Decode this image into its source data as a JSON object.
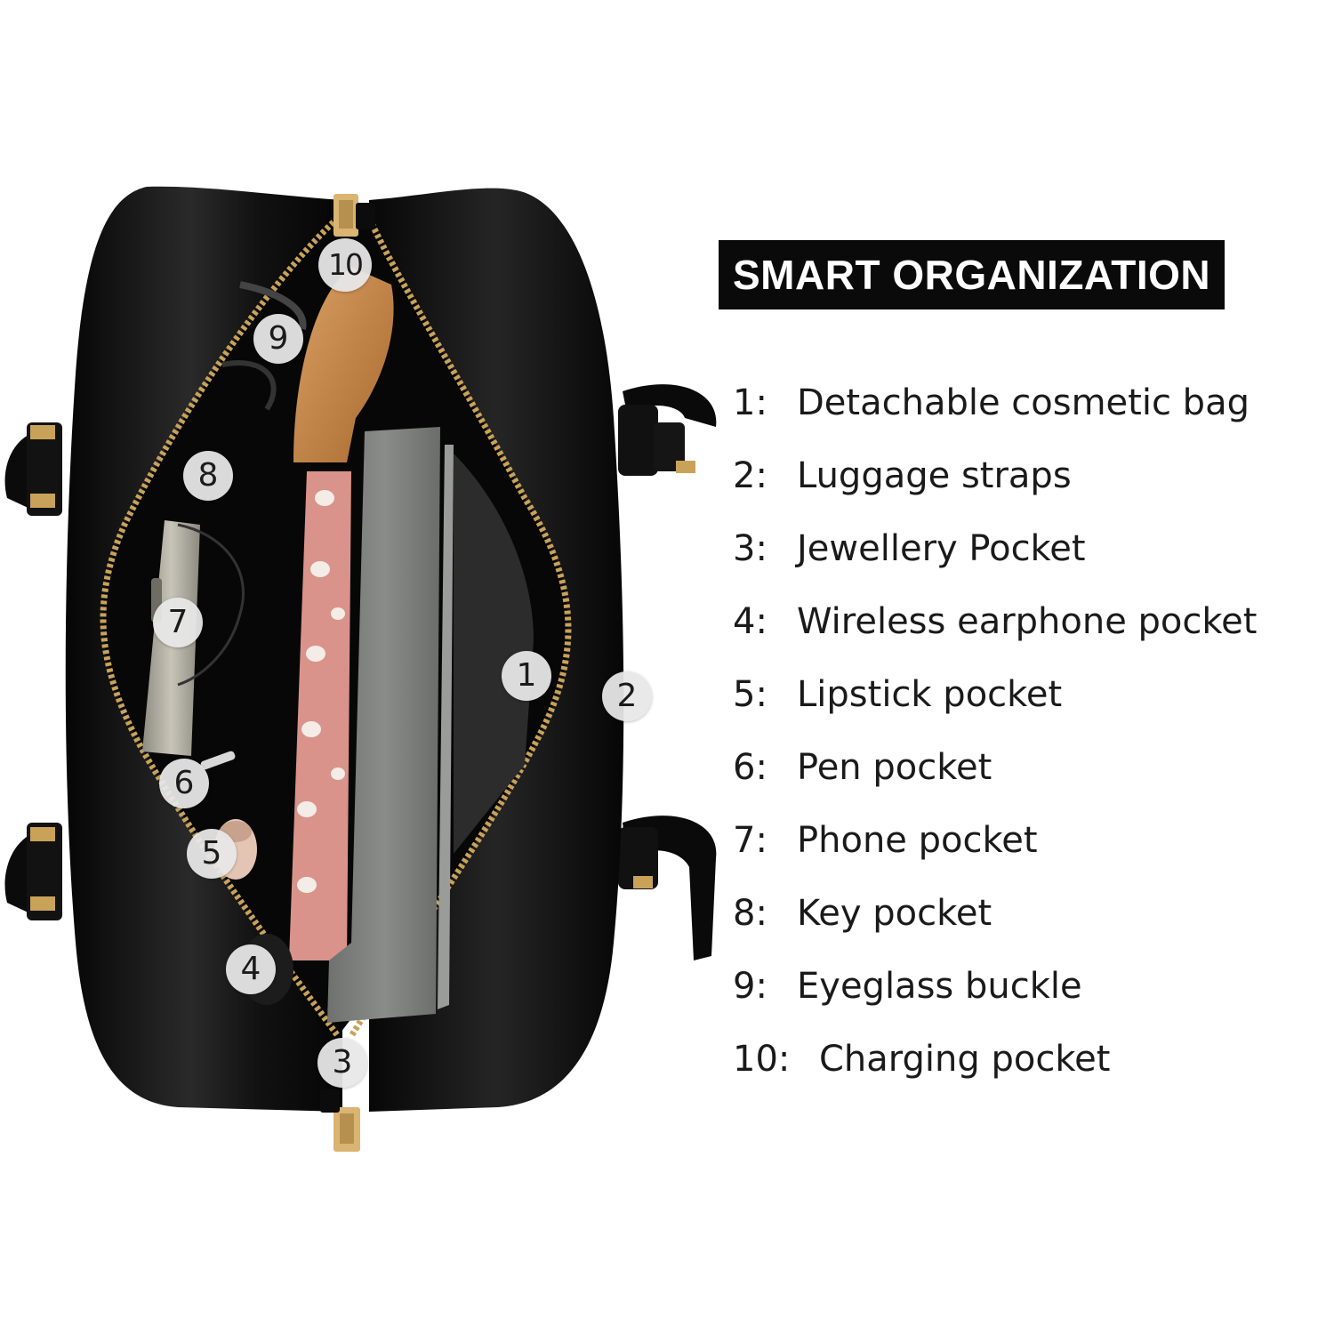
{
  "heading": "SMART ORGANIZATION",
  "legend": [
    {
      "num": "1:",
      "label": "Detachable cosmetic bag"
    },
    {
      "num": "2:",
      "label": "Luggage straps"
    },
    {
      "num": "3:",
      "label": "Jewellery Pocket"
    },
    {
      "num": "4:",
      "label": "Wireless earphone pocket"
    },
    {
      "num": "5:",
      "label": "Lipstick pocket"
    },
    {
      "num": "6:",
      "label": "Pen pocket"
    },
    {
      "num": "7:",
      "label": "Phone pocket"
    },
    {
      "num": "8:",
      "label": "Key pocket"
    },
    {
      "num": "9:",
      "label": "Eyeglass buckle"
    },
    {
      "num": "10:",
      "label": "Charging pocket"
    }
  ],
  "markers": {
    "m1": "1",
    "m2": "2",
    "m3": "3",
    "m4": "4",
    "m5": "5",
    "m6": "6",
    "m7": "7",
    "m8": "8",
    "m9": "9",
    "m10": "10"
  },
  "colors": {
    "bag_leather": "#0d0d0d",
    "zipper_gold": "#c9a25a",
    "cosmetic_pouch": "#c98e4c",
    "notebook_pink": "#d9938a",
    "notebook_grey": "#7d7f7c",
    "heading_background": "#0a0a0a",
    "heading_text": "#ffffff"
  }
}
